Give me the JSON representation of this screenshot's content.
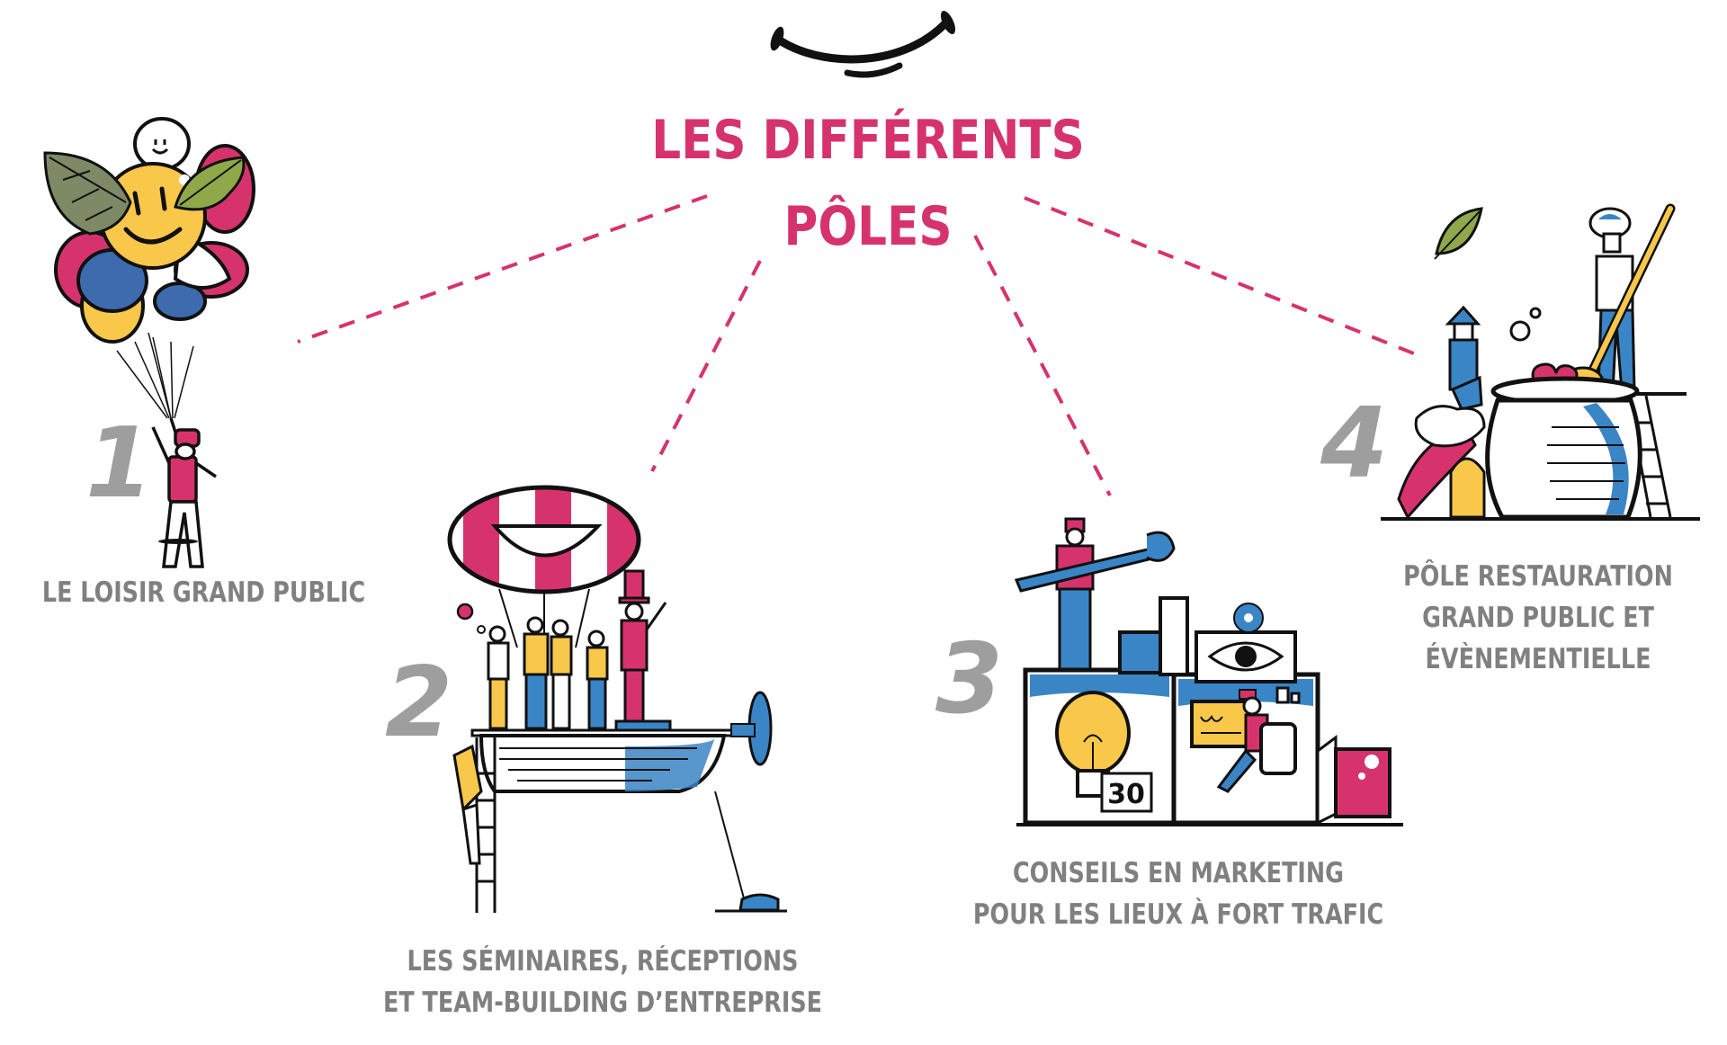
{
  "title": {
    "line1": "LES DIFFÉRENTS",
    "line2": "PÔLES"
  },
  "colors": {
    "accent": "#D6336C",
    "label_gray": "#808080",
    "number_gray": "#9E9E9E",
    "blue": "#3A85C6",
    "yellow": "#F9C84A",
    "leaf_green": "#8FA84A"
  },
  "poles": [
    {
      "number": "1",
      "label_lines": [
        "LE LOISIR GRAND PUBLIC"
      ],
      "illustration": "balloons-man-icon"
    },
    {
      "number": "2",
      "label_lines": [
        "LES SÉMINAIRES, RÉCEPTIONS",
        "ET TEAM-BUILDING D’ENTREPRISE"
      ],
      "illustration": "airship-team-icon"
    },
    {
      "number": "3",
      "label_lines": [
        "CONSEILS EN MARKETING",
        "POUR LES LIEUX À FORT TRAFIC"
      ],
      "illustration": "marketing-workshop-icon",
      "printer_text": "30"
    },
    {
      "number": "4",
      "label_lines": [
        "PÔLE RESTAURATION",
        "GRAND PUBLIC ET",
        "ÉVÈNEMENTIELLE"
      ],
      "illustration": "chef-cooking-pot-icon"
    }
  ]
}
